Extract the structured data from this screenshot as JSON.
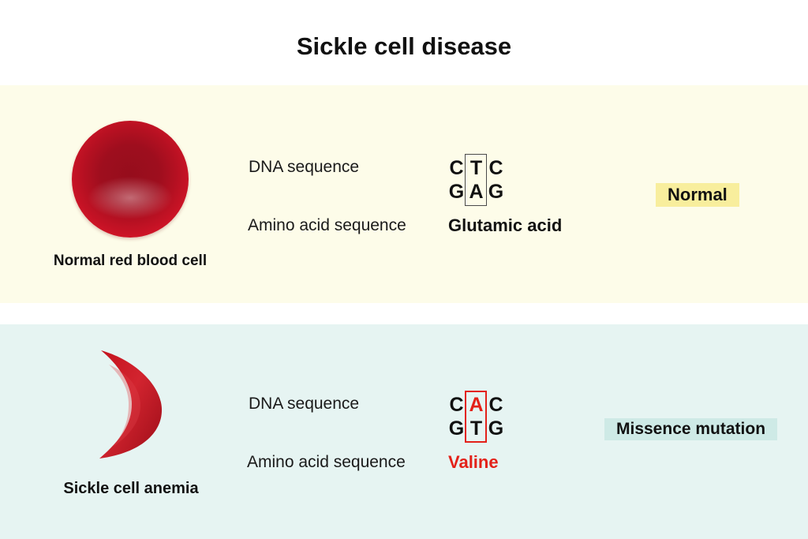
{
  "title": "Sickle cell disease",
  "colors": {
    "panel_normal_bg": "#FDFCE9",
    "panel_sickle_bg": "#E6F4F2",
    "badge_normal_bg": "#F8EE9D",
    "badge_mutation_bg": "#CEEAE6",
    "accent_red": "#E32119",
    "cell_red": "#C9141F",
    "text_black": "#111111"
  },
  "normal": {
    "cell_label": "Normal red blood cell",
    "dna_row_label": "DNA sequence",
    "amino_row_label": "Amino acid sequence",
    "codon_top": [
      "C",
      "T",
      "C"
    ],
    "codon_bottom": [
      "G",
      "A",
      "G"
    ],
    "amino_acid": "Glutamic acid",
    "badge": "Normal"
  },
  "sickle": {
    "cell_label": "Sickle cell anemia",
    "dna_row_label": "DNA sequence",
    "amino_row_label": "Amino acid sequence",
    "codon_top": [
      "C",
      "A",
      "C"
    ],
    "codon_bottom": [
      "G",
      "T",
      "G"
    ],
    "amino_acid": "Valine",
    "badge": "Missence mutation"
  }
}
